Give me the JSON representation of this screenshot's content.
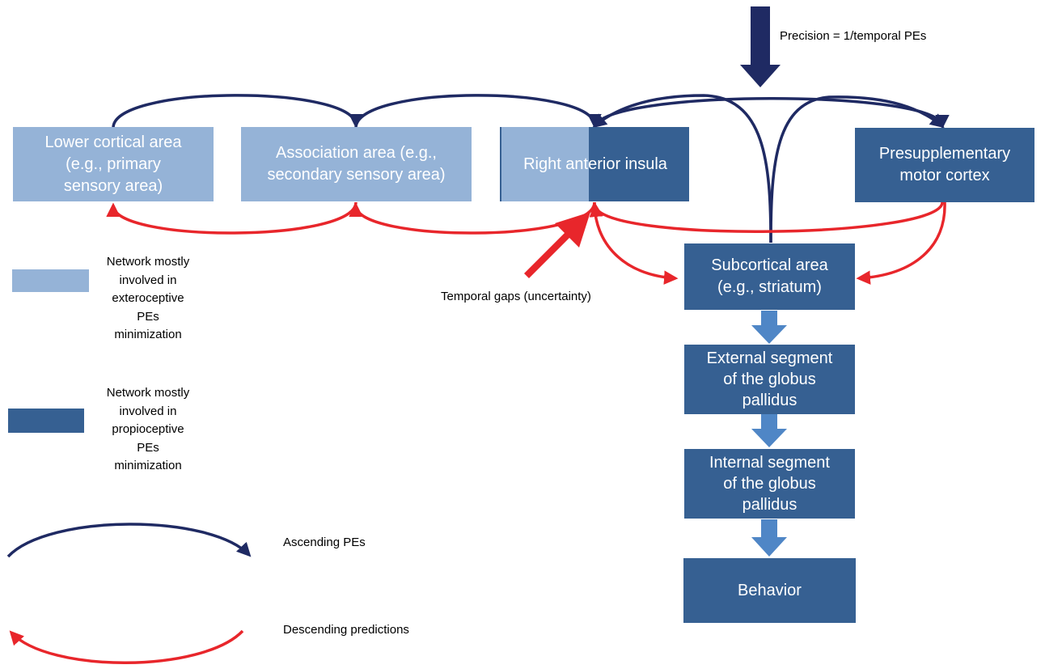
{
  "boxes": {
    "lower_cortical": {
      "line1": "Lower cortical area",
      "line2": "(e.g., primary",
      "line3": "sensory area)"
    },
    "association": {
      "line1": "Association area (e.g.,",
      "line2": "secondary sensory area)"
    },
    "insula": {
      "label": "Right anterior insula"
    },
    "presupplementary": {
      "line1": "Presupplementary",
      "line2": "motor cortex"
    },
    "subcortical": {
      "line1": "Subcortical area",
      "line2": "(e.g., striatum)"
    },
    "external_gp": {
      "line1": "External segment",
      "line2": "of the globus",
      "line3": "pallidus"
    },
    "internal_gp": {
      "line1": "Internal segment",
      "line2": "of the globus",
      "line3": "pallidus"
    },
    "behavior": {
      "label": "Behavior"
    }
  },
  "annotations": {
    "precision": "Precision = 1/temporal PEs",
    "temporal_gaps": "Temporal gaps (uncertainty)"
  },
  "legend": {
    "exteroceptive": {
      "line1": "Network mostly",
      "line2": "involved in",
      "line3": "exteroceptive",
      "line4": "PEs",
      "line5": "minimization"
    },
    "propioceptive": {
      "line1": "Network mostly",
      "line2": "involved in",
      "line3": "propioceptive",
      "line4": "PEs",
      "line5": "minimization"
    },
    "ascending": "Ascending PEs",
    "descending": "Descending predictions"
  },
  "colors": {
    "exteroceptive_network": "#95b3d7",
    "propioceptive_network": "#366092",
    "ascending_arrow": "#1f2a63",
    "descending_arrow": "#e8262b",
    "flow_arrow": "#4f86c6"
  }
}
